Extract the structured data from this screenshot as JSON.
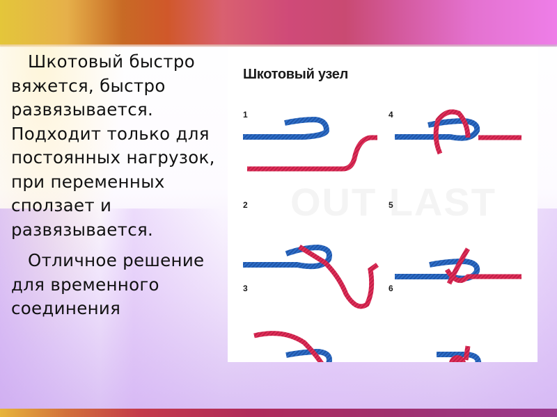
{
  "slide": {
    "paragraphs": [
      "Шкотовый быстро вяжется, быстро развязывается. Подходит только для постоянных нагрузок, при переменных сползает и развязывается.",
      "Отличное решение для временного соединения"
    ]
  },
  "figure": {
    "title": "Шкотовый узел",
    "watermark": "OUT LAST",
    "steps": [
      "1",
      "2",
      "3",
      "4",
      "5",
      "6"
    ],
    "colors": {
      "rope_blue": "#2f6fc8",
      "rope_red": "#e0305a"
    }
  }
}
